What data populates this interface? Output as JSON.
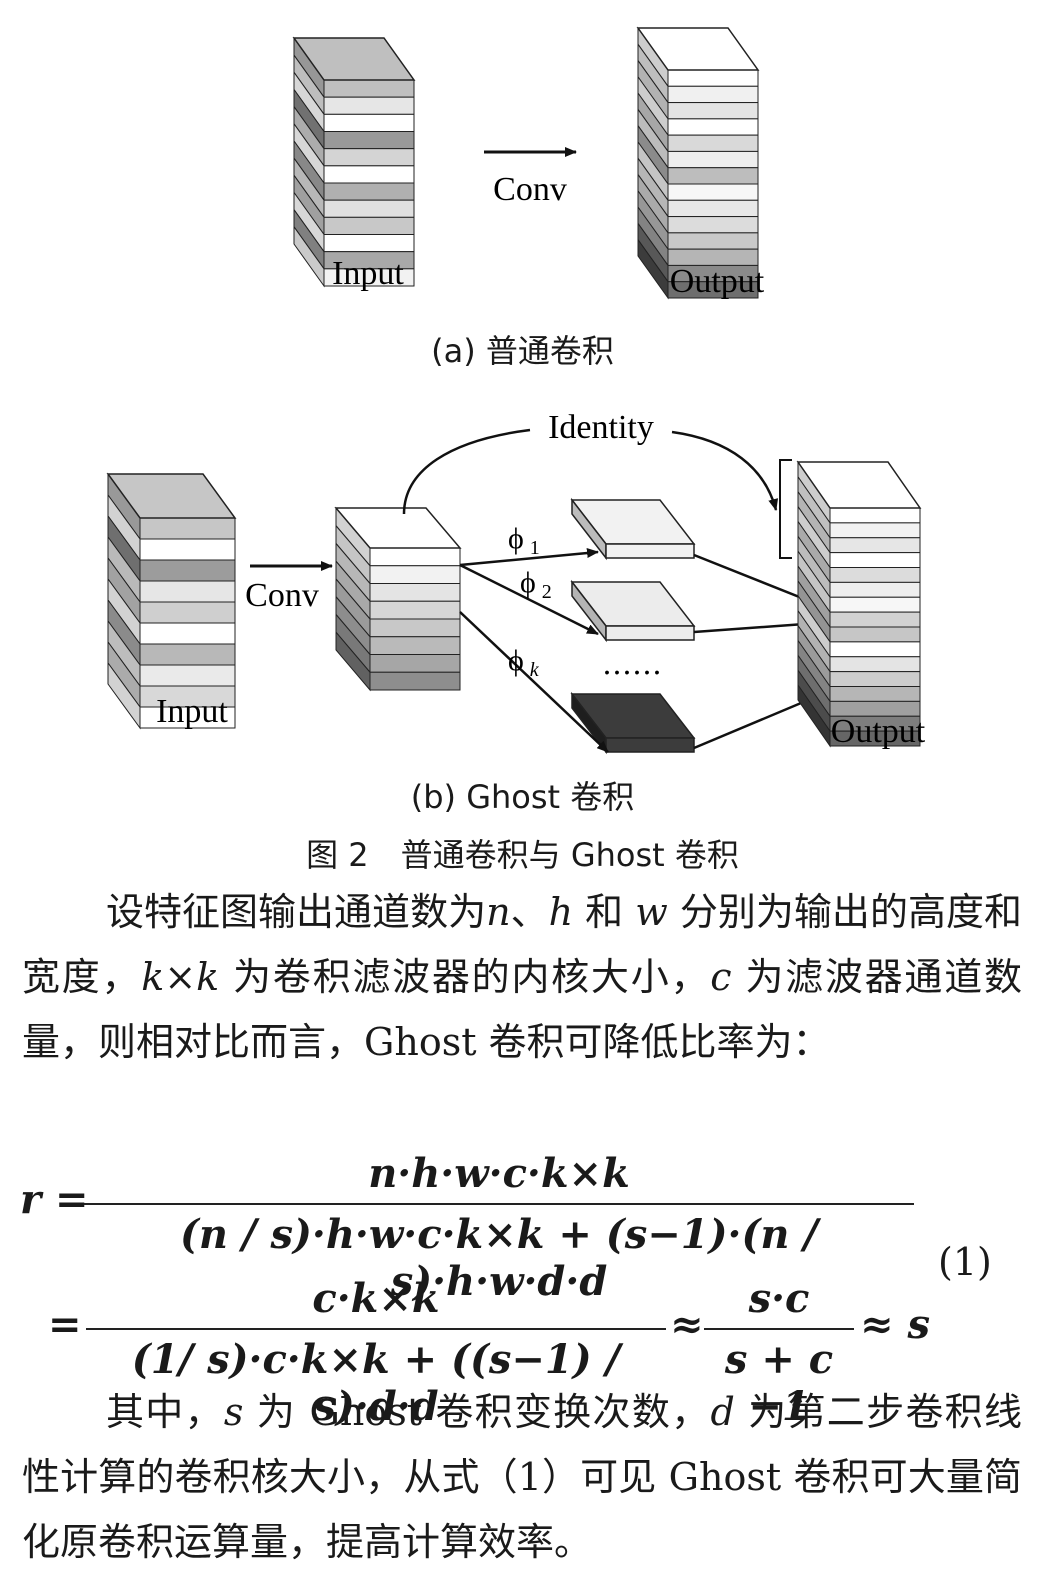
{
  "figure": {
    "panel_a": {
      "input_label": "Input",
      "conv_label": "Conv",
      "output_label": "Output",
      "caption": "(a) 普通卷积"
    },
    "panel_b": {
      "input_label": "Input",
      "conv_label": "Conv",
      "identity_label": "Identity",
      "phi1_label": "ϕ",
      "phi1_sub": "1",
      "phi2_label": "ϕ",
      "phi2_sub": "2",
      "phik_label": "ϕ",
      "phik_sub": "k",
      "ellipsis": "……",
      "output_label": "Output",
      "caption": "(b) Ghost 卷积"
    },
    "title": "图 2　普通卷积与 Ghost 卷积"
  },
  "text": {
    "para1_a": "设特征图输出通道数为",
    "n": "n",
    "para1_b": "、",
    "h": "h",
    "para1_c": " 和 ",
    "w": "w",
    "para1_d": " 分别为输出的高度和宽度，",
    "kk": "k×k",
    "para1_e": " 为卷积滤波器的内核大小，",
    "c": "c",
    "para1_f": " 为滤波器通道数量，则相对比而言，Ghost 卷积可降低比率为：",
    "para2_a": "其中，",
    "s": "s",
    "para2_b": " 为 Ghost 卷积变换次数，",
    "d": "d",
    "para2_c": " 为第二步卷积线性计算的卷积核大小，从式（1）可见 Ghost 卷积可大量简化原卷积运算量，提高计算效率。"
  },
  "equation": {
    "lhs": "r =",
    "frac1_num": "n·h·w·c·k×k",
    "frac1_den": "(n / s)·h·w·c·k×k + (s−1)·(n / s)·h·w·d·d",
    "eq2": "=",
    "frac2_num": "c·k×k",
    "frac2_den": "(1/ s)·c·k×k + ((s−1) / s)·d·d",
    "approx1": "≈",
    "frac3_num": "s·c",
    "frac3_den": "s + c −1",
    "approx2": "≈ s",
    "number": "(1)"
  },
  "colors": {
    "ink": "#1a1a1a",
    "dark_block": "#3c3c3c"
  }
}
